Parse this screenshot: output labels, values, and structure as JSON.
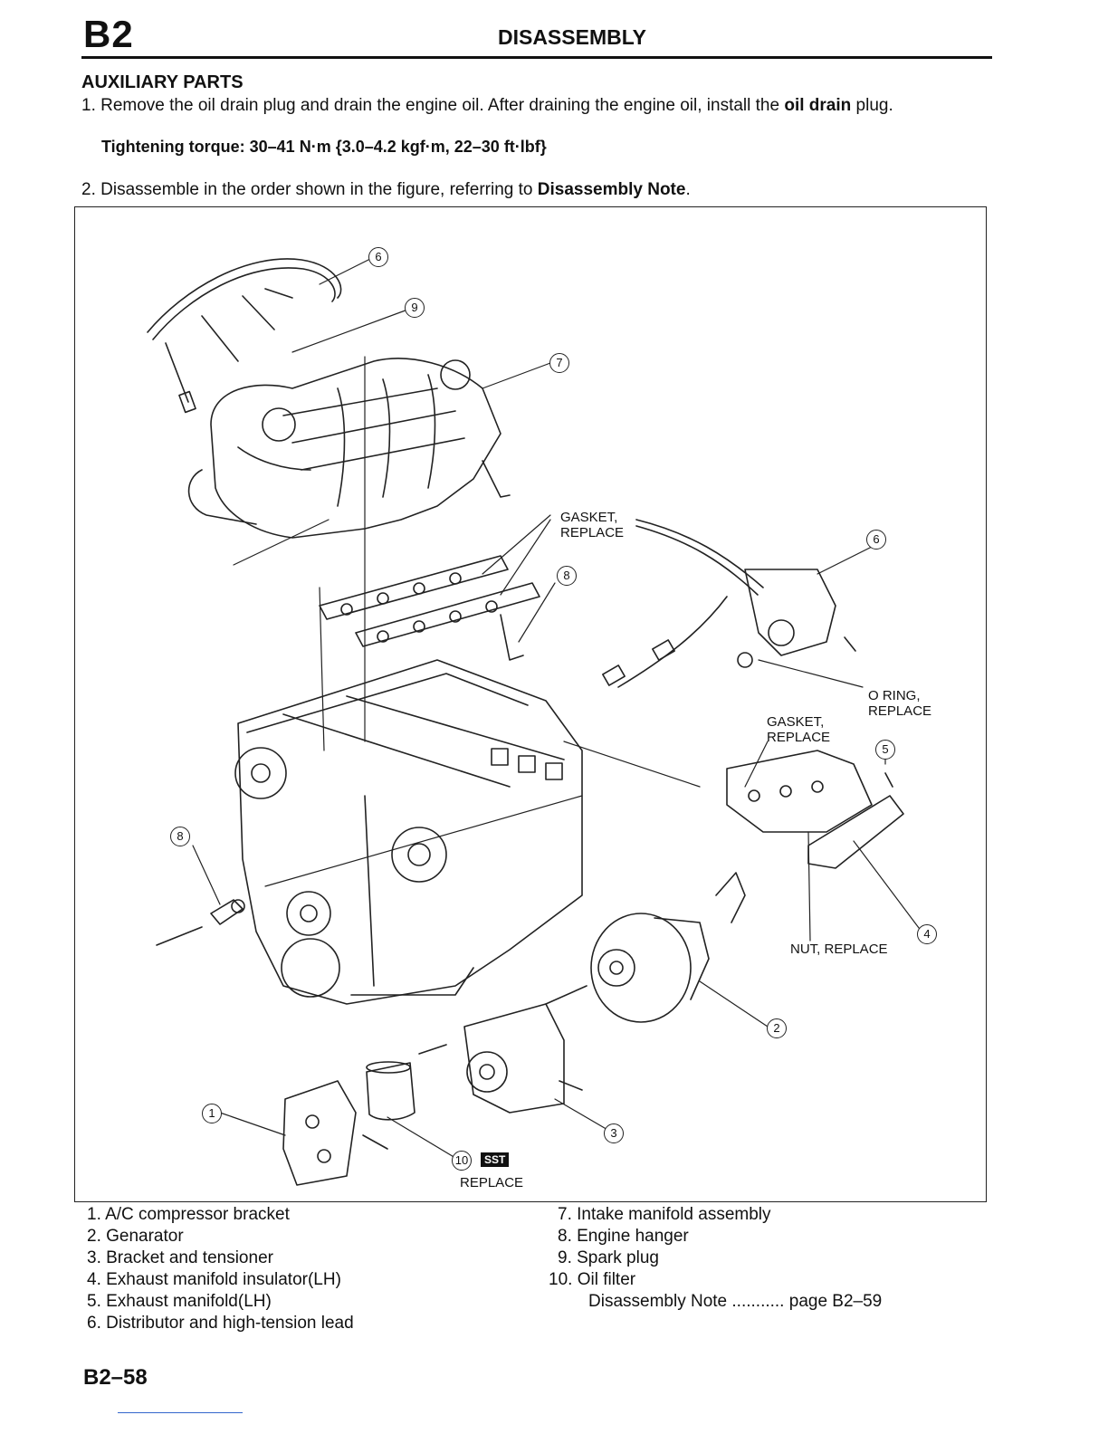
{
  "header": {
    "section_code": "B2",
    "title": "DISASSEMBLY"
  },
  "section_heading": "AUXILIARY PARTS",
  "step1": {
    "prefix": "1. Remove the oil drain plug and drain the engine oil. After draining the engine oil, install the ",
    "bold": "oil drain",
    "suffix": " plug."
  },
  "torque": "Tightening torque: 30–41 N·m {3.0–4.2 kgf·m, 22–30 ft·lbf}",
  "step2": {
    "prefix": "2. Disassemble in the order shown in the figure, referring to ",
    "bold": "Disassembly Note",
    "suffix": "."
  },
  "figure": {
    "gasket_replace_top": [
      "GASKET,",
      "REPLACE"
    ],
    "gasket_replace_mid": [
      "GASKET,",
      "REPLACE"
    ],
    "o_ring_replace": [
      "O RING,",
      "REPLACE"
    ],
    "nut_replace": "NUT, REPLACE",
    "sst_badge": "SST",
    "replace_bottom": "REPLACE",
    "callouts": {
      "c1": "1",
      "c2": "2",
      "c3": "3",
      "c4": "4",
      "c5": "5",
      "c6": "6",
      "c7": "7",
      "c8": "8",
      "c9": "9",
      "c10": "10"
    }
  },
  "legend_left": [
    "1. A/C compressor bracket",
    "2. Genarator",
    "3. Bracket and tensioner",
    "4. Exhaust manifold insulator(LH)",
    "5. Exhaust manifold(LH)",
    "6. Distributor and high-tension lead"
  ],
  "legend_right": [
    "7. Intake manifold assembly",
    "8. Engine hanger",
    "9. Spark plug",
    "10. Oil filter"
  ],
  "disassembly_note": {
    "label": "Disassembly Note",
    "dots": "...........",
    "page": "page B2–59"
  },
  "footer": {
    "page_number": "B2–58"
  }
}
